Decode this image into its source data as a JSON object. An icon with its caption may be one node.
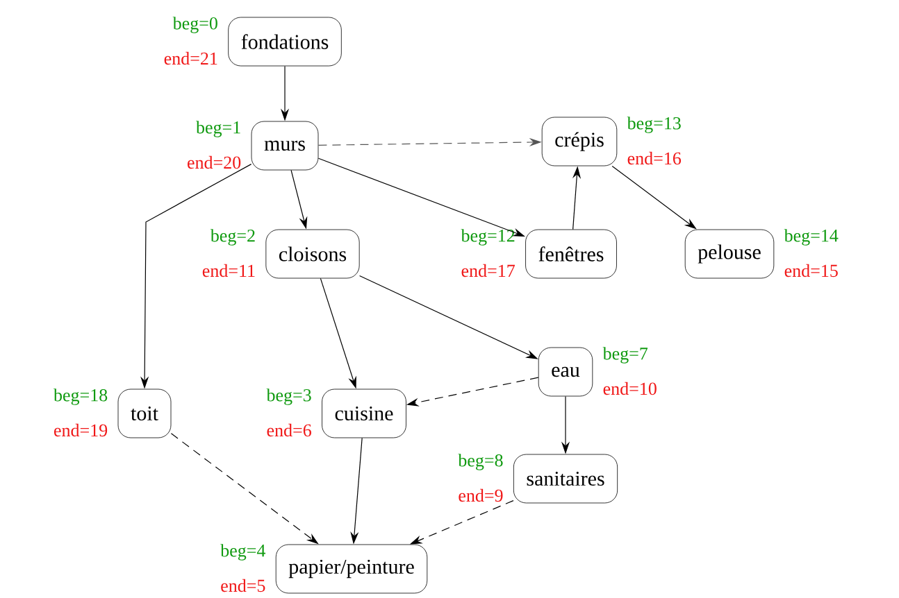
{
  "diagram": {
    "nodes": [
      {
        "text": [
          "fondations"
        ],
        "beside": [
          "beg=0",
          "end=21"
        ]
      },
      {
        "text": [
          "murs"
        ],
        "beside": [
          "beg=1",
          "end=20"
        ]
      },
      {
        "text": [
          "crépis"
        ],
        "beside": [
          "beg=13",
          "end=16"
        ]
      },
      {
        "text": [
          "cloisons"
        ],
        "beside": [
          "beg=2",
          "end=11"
        ]
      },
      {
        "text": [
          "fenêtres"
        ],
        "beside": [
          "beg=12",
          "end=17"
        ]
      },
      {
        "text": [
          "pelouse"
        ],
        "beside": [
          "beg=14",
          "end=15"
        ]
      },
      {
        "text": [
          "eau"
        ],
        "beside": [
          "beg=7",
          "end=10"
        ]
      },
      {
        "text": [
          "toit"
        ],
        "beside": [
          "beg=18",
          "end=19"
        ]
      },
      {
        "text": [
          "cuisine"
        ],
        "beside": [
          "beg=3",
          "end=6"
        ]
      },
      {
        "text": [
          "sanitaires"
        ],
        "beside": [
          "beg=8",
          "end=9"
        ]
      },
      {
        "text": [
          "papier/peinture"
        ],
        "beside": [
          "beg=4",
          "end=5"
        ]
      }
    ],
    "edges": [
      {
        "from": 0,
        "to": 1,
        "arrow": "to"
      },
      {
        "from": 1,
        "to": 2,
        "arrow": "to",
        "style": "dashed",
        "color": "#555555"
      },
      {
        "from": 1,
        "to": 3,
        "arrow": "to"
      },
      {
        "from": 1,
        "to": 4,
        "arrow": "to"
      },
      {
        "from": 1,
        "to": 7,
        "arrow": "to"
      },
      {
        "from": 4,
        "to": 2,
        "arrow": "to"
      },
      {
        "from": 2,
        "to": 5,
        "arrow": "to"
      },
      {
        "from": 3,
        "to": 8,
        "arrow": "to"
      },
      {
        "from": 3,
        "to": 6,
        "arrow": "to"
      },
      {
        "from": 6,
        "to": 8,
        "arrow": "to",
        "style": "dashed"
      },
      {
        "from": 6,
        "to": 9,
        "arrow": "to"
      },
      {
        "from": 7,
        "to": 10,
        "arrow": "to",
        "style": "dashed"
      },
      {
        "from": 8,
        "to": 10,
        "arrow": "to"
      },
      {
        "from": 9,
        "to": 10,
        "arrow": "to",
        "style": "dashed"
      }
    ]
  }
}
